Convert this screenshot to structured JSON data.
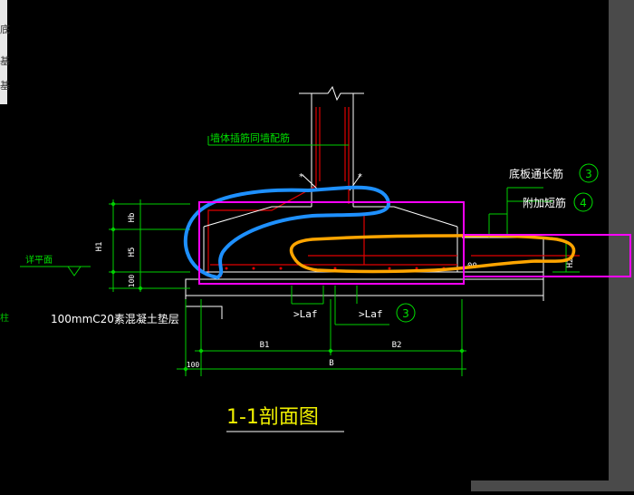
{
  "drawing": {
    "title": "1-1剖面图",
    "notes": {
      "wall_dowel": "墙体插筋同墙配筋",
      "bottom_long_bar": "底板通长筋",
      "additional_short_bar": "附加短筋",
      "cushion": "100mmC20素混凝土垫层",
      "floor_level": "详平面"
    },
    "callouts": {
      "bar_3_top": "3",
      "bar_4": "4",
      "bar_3_bottom": "3"
    },
    "dims": {
      "h1": "H1",
      "h2": "H2",
      "hb": "Hb",
      "h_lower": "H5",
      "cushion_h": "100",
      "b1": "B1",
      "b2": "B2",
      "b": "B",
      "cushion_w": "100",
      "lof_left": ">Laf",
      "lof_right": ">Laf",
      "right_small": "00"
    },
    "left_edge_fragments": [
      "底",
      "基",
      "基",
      "柱"
    ],
    "colors": {
      "background": "#000000",
      "line_white": "#ffffff",
      "line_green": "#00e000",
      "line_red": "#e00000",
      "markup_blue": "#1e90ff",
      "markup_orange": "#ffa500",
      "markup_magenta": "#ff00ff",
      "title_yellow": "#f0f000"
    }
  }
}
